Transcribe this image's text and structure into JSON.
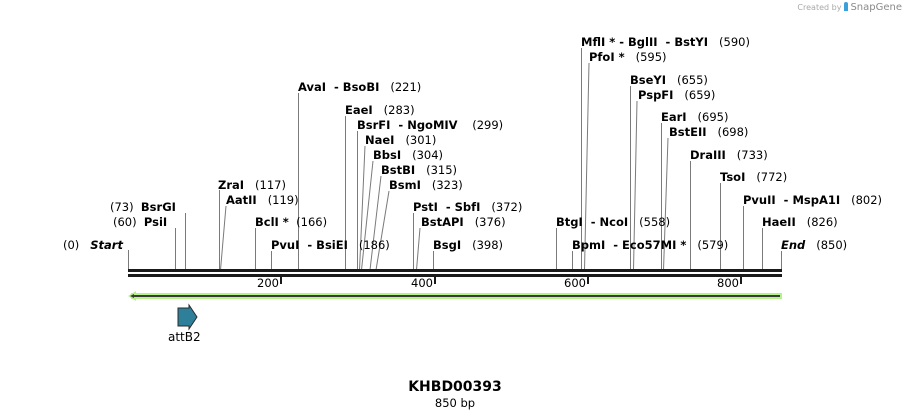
{
  "credit": {
    "prefix": "Created by",
    "brand": "SnapGene"
  },
  "construct": {
    "name": "KHBD00393",
    "length_label": "850 bp",
    "length_bp": 850
  },
  "ruler": {
    "ticks": [
      {
        "label": "200",
        "bp": 200
      },
      {
        "label": "400",
        "bp": 400
      },
      {
        "label": "600",
        "bp": 600
      },
      {
        "label": "800",
        "bp": 800
      }
    ]
  },
  "colors": {
    "backbone": "#1a1a1a",
    "arrow_fill": "#b6f28a",
    "arrow_stroke": "#2b2b2b",
    "feature_fill": "#2d7f9a",
    "leader": "#7a7a7a"
  },
  "features": [
    {
      "name": "attB2",
      "direction": "forward",
      "color": "#2d7f9a"
    }
  ],
  "orf_arrow": {
    "direction": "reverse",
    "color": "#b6f28a"
  },
  "sites": [
    {
      "id": "start",
      "text": "Start",
      "pos": "(0)",
      "bp": 0,
      "italic": true
    },
    {
      "id": "psii",
      "text": "PsiI",
      "pos": "(60)",
      "bp": 60
    },
    {
      "id": "bsrgi",
      "text": "BsrGI",
      "pos": "(73)",
      "bp": 73
    },
    {
      "id": "zrai",
      "text": "ZraI",
      "pos": "(117)",
      "bp": 117
    },
    {
      "id": "aatii",
      "text": "AatII",
      "pos": "(119)",
      "bp": 119
    },
    {
      "id": "bcli",
      "text": "BclI *",
      "pos": "(166)",
      "bp": 166
    },
    {
      "id": "pvui-bsiei",
      "text": "PvuI  - BsiEI",
      "pos": "(186)",
      "bp": 186
    },
    {
      "id": "avai-bsobi",
      "text": "AvaI  - BsoBI",
      "pos": "(221)",
      "bp": 221
    },
    {
      "id": "eaei",
      "text": "EaeI",
      "pos": "(283)",
      "bp": 283
    },
    {
      "id": "bsrfi-ngomiv",
      "text": "BsrFI  - NgoMIV",
      "pos": "(299)",
      "bp": 299
    },
    {
      "id": "naei",
      "text": "NaeI",
      "pos": "(301)",
      "bp": 301
    },
    {
      "id": "bbsi",
      "text": "BbsI",
      "pos": "(304)",
      "bp": 304
    },
    {
      "id": "bstbi",
      "text": "BstBI",
      "pos": "(315)",
      "bp": 315
    },
    {
      "id": "bsmi",
      "text": "BsmI",
      "pos": "(323)",
      "bp": 323
    },
    {
      "id": "psti-sbfi",
      "text": "PstI  - SbfI",
      "pos": "(372)",
      "bp": 372
    },
    {
      "id": "bstapi",
      "text": "BstAPI",
      "pos": "(376)",
      "bp": 376
    },
    {
      "id": "bsgi",
      "text": "BsgI",
      "pos": "(398)",
      "bp": 398
    },
    {
      "id": "btgi-ncoi",
      "text": "BtgI  - NcoI",
      "pos": "(558)",
      "bp": 558
    },
    {
      "id": "bpmi-eco57mi",
      "text": "BpmI  - Eco57MI *",
      "pos": "(579)",
      "bp": 579
    },
    {
      "id": "mfli-bglii-bstyi",
      "text": "MflI * - BglII  - BstYI",
      "pos": "(590)",
      "bp": 590
    },
    {
      "id": "pfoi",
      "text": "PfoI *",
      "pos": "(595)",
      "bp": 595
    },
    {
      "id": "bseyi",
      "text": "BseYI",
      "pos": "(655)",
      "bp": 655
    },
    {
      "id": "pspfi",
      "text": "PspFI",
      "pos": "(659)",
      "bp": 659
    },
    {
      "id": "eari",
      "text": "EarI",
      "pos": "(695)",
      "bp": 695
    },
    {
      "id": "bsteii",
      "text": "BstEII",
      "pos": "(698)",
      "bp": 698
    },
    {
      "id": "draiii",
      "text": "DraIII",
      "pos": "(733)",
      "bp": 733
    },
    {
      "id": "tsoi",
      "text": "TsoI",
      "pos": "(772)",
      "bp": 772
    },
    {
      "id": "pvuii-mspa1i",
      "text": "PvuII  - MspA1I",
      "pos": "(802)",
      "bp": 802
    },
    {
      "id": "haeii",
      "text": "HaeII",
      "pos": "(826)",
      "bp": 826
    },
    {
      "id": "end",
      "text": "End",
      "pos": "(850)",
      "bp": 850,
      "italic": true
    }
  ]
}
